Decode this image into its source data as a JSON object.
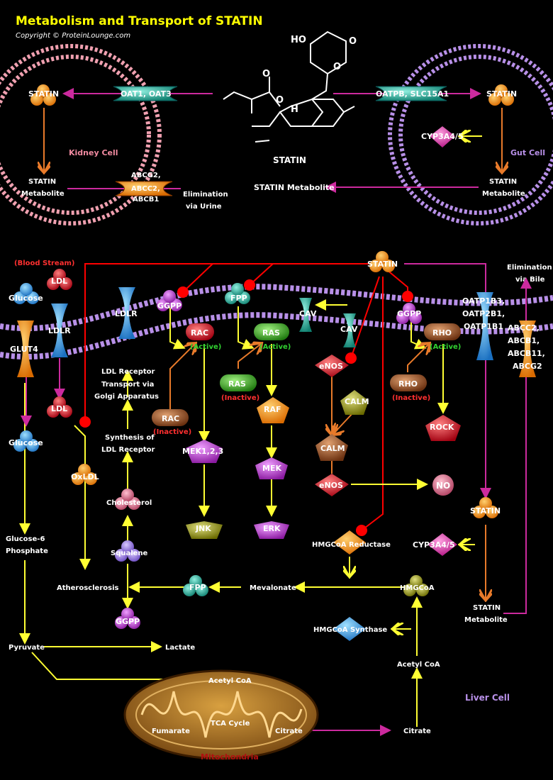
{
  "title": "Metabolism and Transport of STATIN",
  "copyright": "Copyright © ProteinLounge.com",
  "cells": {
    "kidney": "Kidney Cell",
    "gut": "Gut Cell",
    "liver": "Liver Cell",
    "blood": "(Blood Stream)",
    "mito": "Mitochondria"
  },
  "top": {
    "statin_left": "STATIN",
    "statin_right": "STATIN",
    "oat": "OAT1, OAT3",
    "oatpb": "OATPB, SLC15A1",
    "cyp_gut": "CYP3A4/5",
    "abcg2_1": "ABCG2,",
    "abcg2_2": "ABCC2,",
    "abcg2_3": "ABCB1",
    "kid_metab_1": "STATIN",
    "kid_metab_2": "Metabolite",
    "gut_metab_1": "STATIN",
    "gut_metab_2": "Metabolite",
    "elim_urine_1": "Elimination",
    "elim_urine_2": "via Urine",
    "statin_metab_center": "STATIN Metabolite",
    "molecule_label": "STATIN",
    "atom_ho": "HO",
    "atom_o1": "O",
    "atom_o2": "O",
    "atom_o3": "O",
    "atom_o4": "O",
    "atom_h": "H"
  },
  "liver": {
    "statin_top": "STATIN",
    "elim_bile_1": "Elimination",
    "elim_bile_2": "via Bile",
    "glucose": "Glucose",
    "glut4": "GLUT4",
    "ldl": "LDL",
    "ldlr1": "LDLR",
    "ldlr2": "LDLR",
    "ggpp1": "GGPP",
    "fpp1": "FPP",
    "cav1": "CAV",
    "cav2": "CAV",
    "ggpp2": "GGPP",
    "oatp_1": "OATP1B3,",
    "oatp_2": "OATP2B1,",
    "oatp_3": "OATP1B1",
    "abc_1": "ABCC2,",
    "abc_2": "ABCB1,",
    "abc_3": "ABCB11,",
    "abc_4": "ABCG2",
    "rac_active": "RAC",
    "active1": "(Active)",
    "ras_active": "RAS",
    "active2": "(Active)",
    "rho_active": "RHO",
    "active3": "(Active)",
    "enos1": "eNOS",
    "rho_inactive": "RHO",
    "inactive3": "(Inactive)",
    "ras_inactive": "RAS",
    "inactive2": "(Inactive)",
    "calm1": "CALM",
    "raf": "RAF",
    "rac_inactive": "RAC",
    "inactive1": "(Inactive)",
    "ldl_in": "LDL",
    "glucose_in": "Glucose",
    "ldlr_transport_1": "LDL Receptor",
    "ldlr_transport_2": "Transport via",
    "ldlr_transport_3": "Golgi Apparatus",
    "synth_1": "Synthesis of",
    "synth_2": "LDL Receptor",
    "mek123": "MEK1,2,3",
    "calm2": "CALM",
    "rock": "ROCK",
    "mek": "MEK",
    "enos2": "eNOS",
    "no": "NO",
    "oxldl": "OxLDL",
    "cholesterol": "Cholesterol",
    "jnk": "JNK",
    "erk": "ERK",
    "statin_liver": "STATIN",
    "cyp_liver": "CYP3A4/5",
    "g6p_1": "Glucose-6",
    "g6p_2": "Phosphate",
    "squalene": "Squalene",
    "hmgcoa_red": "HMGCoA Reductase",
    "athero": "Atherosclerosis",
    "fpp2": "FPP",
    "mevalonate": "Mevalonate",
    "hmgcoa": "HMGCoA",
    "statin_metab_1": "STATIN",
    "statin_metab_2": "Metabolite",
    "ggpp3": "GGPP",
    "hmgcoa_synth": "HMGCoA Synthase",
    "pyruvate": "Pyruvate",
    "lactate": "Lactate",
    "acetylcoa1": "Acetyl CoA",
    "acetylcoa2": "Acetyl CoA",
    "tca": "TCA Cycle",
    "fumarate": "Fumarate",
    "citrate1": "Citrate",
    "citrate2": "Citrate"
  },
  "colors": {
    "yellow": "#ffff33",
    "magenta": "#cc2a9e",
    "orange": "#e87a2a",
    "red": "#ff0000",
    "membrane_pink": "#f0a0b0",
    "membrane_lilac": "#b890e8"
  }
}
